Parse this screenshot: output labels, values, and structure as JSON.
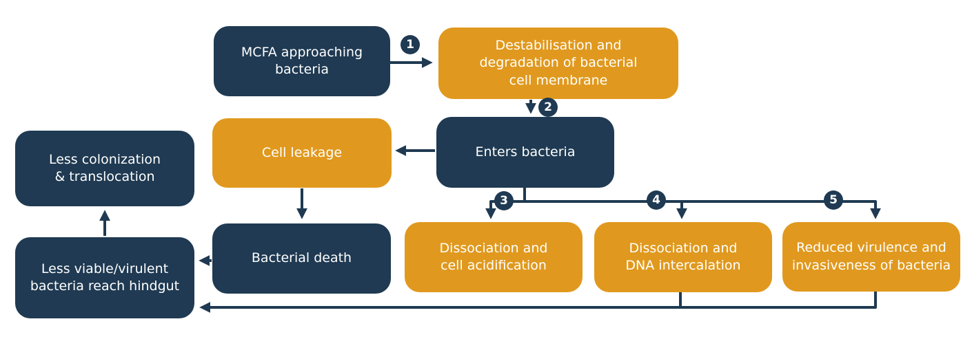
{
  "colors": {
    "navy": "#1f3a52",
    "orange": "#e0991e",
    "text": "#ffffff",
    "background": "#ffffff"
  },
  "nodes": {
    "mcfa": {
      "label": "MCFA approaching\nbacteria"
    },
    "destabilisation": {
      "label": "Destabilisation and\ndegradation of bacterial\ncell membrane"
    },
    "cell_leakage": {
      "label": "Cell leakage"
    },
    "enters_bacteria": {
      "label": "Enters bacteria"
    },
    "less_colonization": {
      "label": "Less colonization\n& translocation"
    },
    "less_viable": {
      "label": "Less viable/virulent\nbacteria reach hindgut"
    },
    "bacterial_death": {
      "label": "Bacterial death"
    },
    "dissociation_cell_acidification": {
      "label": "Dissociation and\ncell acidification"
    },
    "dissociation_dna_intercalation": {
      "label": "Dissociation and\nDNA intercalation"
    },
    "reduced_virulence": {
      "label": "Reduced virulence and\ninvasiveness of bacteria"
    }
  },
  "badges": [
    "1",
    "2",
    "3",
    "4",
    "5"
  ],
  "edges": [
    {
      "from": "mcfa",
      "to": "destabilisation",
      "step": "1"
    },
    {
      "from": "destabilisation",
      "to": "enters_bacteria",
      "step": "2"
    },
    {
      "from": "enters_bacteria",
      "to": "cell_leakage",
      "step": null
    },
    {
      "from": "cell_leakage",
      "to": "bacterial_death",
      "step": null
    },
    {
      "from": "enters_bacteria",
      "to": "dissociation_cell_acidification",
      "step": "3"
    },
    {
      "from": "enters_bacteria",
      "to": "dissociation_dna_intercalation",
      "step": "4"
    },
    {
      "from": "enters_bacteria",
      "to": "reduced_virulence",
      "step": "5"
    },
    {
      "from": "bacterial_death",
      "to": "less_viable",
      "step": null
    },
    {
      "from": "dissociation_dna_intercalation",
      "to": "less_viable",
      "step": null
    },
    {
      "from": "reduced_virulence",
      "to": "less_viable",
      "step": null
    },
    {
      "from": "less_viable",
      "to": "less_colonization",
      "step": null
    }
  ]
}
